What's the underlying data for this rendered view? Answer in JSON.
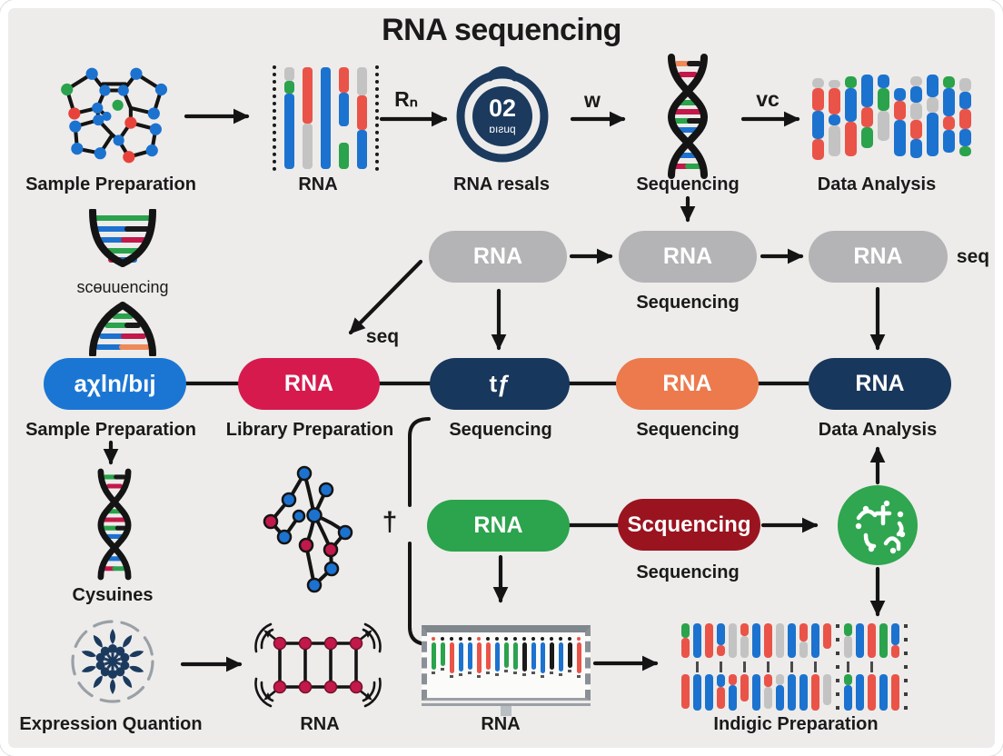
{
  "title": "RNA sequencing",
  "row1": {
    "labels": [
      "Sample Preparation",
      "RNA",
      "RNA resals",
      "Sequencing",
      "Data Analysis"
    ],
    "arrow_labels": {
      "a2": "Rₙ",
      "a3": "w",
      "a4": "vc"
    },
    "badge": {
      "number": "02",
      "subtext": "ɒıƨuq"
    }
  },
  "row2": {
    "helix_text": "scɵuuencing",
    "pill1": "RNA",
    "pill2": "RNA",
    "pill3": "RNA",
    "caption": "Sequencing",
    "side_label": "seq",
    "diagonal_label": "seq"
  },
  "row3": {
    "pill_texts": [
      "aχln/bıj",
      "RNA",
      "tƒ",
      "RNA",
      "RNA"
    ],
    "labels": [
      "Sample Preparation",
      "Library Preparation",
      "Sequencing",
      "Sequencing",
      "Data Analysis"
    ]
  },
  "row4": {
    "helix_label": "Cysuines",
    "dagger": "†",
    "pill1": "RNA",
    "pill2": "Scquencing",
    "caption": "Sequencing"
  },
  "row5": {
    "labels": [
      "Expression Quantion",
      "RNA",
      "RNA",
      "Indigic Preparation"
    ]
  },
  "colors": {
    "background": "#edecea",
    "pill_gray": "#b4b4b6",
    "pill_blue": "#1b76d3",
    "pill_crimson": "#d61a4e",
    "pill_navy": "#18375c",
    "pill_orange": "#ec7a4d",
    "pill_green": "#2ca34d",
    "pill_darkred": "#9a1420",
    "circle_green": "#2fa64f",
    "badge_navy": "#1b3a5e",
    "bars": {
      "b": "#1c72cf",
      "r": "#ea5348",
      "g": "#2ba24c",
      "y": "#c3c3c3",
      "k": "#1a1a1a",
      "n": "transparent"
    }
  },
  "icons": {
    "gel_lanes": [
      [
        [
          "y",
          13
        ],
        [
          "g",
          13
        ],
        [
          "b",
          74
        ]
      ],
      [
        [
          "r",
          55
        ],
        [
          "y",
          45
        ]
      ],
      [
        [
          "b",
          100
        ]
      ],
      [
        [
          "r",
          25
        ],
        [
          "b",
          33
        ],
        [
          "n",
          16
        ],
        [
          "g",
          26
        ]
      ],
      [
        [
          "y",
          28
        ],
        [
          "r",
          34
        ],
        [
          "b",
          38
        ]
      ]
    ],
    "data_bars": [
      {
        "o": 4,
        "s": [
          [
            "y",
            12
          ],
          [
            "r",
            26
          ],
          [
            "b",
            32
          ],
          [
            "r",
            24
          ]
        ]
      },
      {
        "o": 6,
        "s": [
          [
            "y",
            10
          ],
          [
            "r",
            30
          ],
          [
            "b",
            12
          ],
          [
            "y",
            36
          ]
        ]
      },
      {
        "o": 2,
        "s": [
          [
            "g",
            14
          ],
          [
            "b",
            38
          ],
          [
            "r",
            40
          ]
        ]
      },
      {
        "o": 0,
        "s": [
          [
            "b",
            38
          ],
          [
            "r",
            22
          ],
          [
            "g",
            24
          ]
        ]
      },
      {
        "o": 0,
        "s": [
          [
            "b",
            16
          ],
          [
            "g",
            26
          ],
          [
            "y",
            34
          ]
        ]
      },
      {
        "o": 16,
        "s": [
          [
            "b",
            14
          ],
          [
            "r",
            22
          ],
          [
            "b",
            42
          ]
        ]
      },
      {
        "o": 2,
        "s": [
          [
            "y",
            12
          ],
          [
            "b",
            18
          ],
          [
            "y",
            20
          ],
          [
            "r",
            22
          ],
          [
            "b",
            22
          ]
        ]
      },
      {
        "o": 0,
        "s": [
          [
            "b",
            26
          ],
          [
            "y",
            18
          ],
          [
            "b",
            50
          ]
        ]
      },
      {
        "o": 2,
        "s": [
          [
            "g",
            14
          ],
          [
            "b",
            32
          ],
          [
            "r",
            16
          ],
          [
            "b",
            26
          ]
        ]
      },
      {
        "o": 4,
        "s": [
          [
            "y",
            16
          ],
          [
            "b",
            20
          ],
          [
            "r",
            22
          ],
          [
            "b",
            20
          ],
          [
            "g",
            12
          ]
        ]
      }
    ],
    "trace_bars": [
      {
        "c": "g",
        "d": "r",
        "h": 30
      },
      {
        "c": "g",
        "d": "k",
        "h": 26
      },
      {
        "c": "r",
        "d": "k",
        "h": 34
      },
      {
        "c": "b",
        "d": "k",
        "h": 32
      },
      {
        "c": "b",
        "d": "k",
        "h": 30
      },
      {
        "c": "r",
        "d": "r",
        "h": 34
      },
      {
        "c": "r",
        "d": "k",
        "h": 30
      },
      {
        "c": "b",
        "d": "k",
        "h": 32
      },
      {
        "c": "g",
        "d": "k",
        "h": 28
      },
      {
        "c": "g",
        "d": "k",
        "h": 30
      },
      {
        "c": "k",
        "d": "k",
        "h": 32
      },
      {
        "c": "b",
        "d": "k",
        "h": 30
      },
      {
        "c": "b",
        "d": "k",
        "h": 34
      },
      {
        "c": "k",
        "d": "k",
        "h": 30
      },
      {
        "c": "b",
        "d": "k",
        "h": 32
      },
      {
        "c": "k",
        "d": "k",
        "h": 28
      },
      {
        "c": "r",
        "d": "r",
        "h": 34
      }
    ],
    "barcode_cols": [
      {
        "t": [
          [
            "g",
            16
          ],
          [
            "r",
            22
          ]
        ],
        "b": [
          [
            "r",
            38
          ]
        ]
      },
      {
        "t": [
          [
            "b",
            38
          ]
        ],
        "b": [
          [
            "b",
            40
          ]
        ],
        "link": true
      },
      {
        "t": [
          [
            "r",
            38
          ]
        ],
        "b": [
          [
            "b",
            40
          ]
        ]
      },
      {
        "t": [
          [
            "b",
            24
          ],
          [
            "r",
            12
          ]
        ],
        "b": [
          [
            "b",
            14
          ],
          [
            "r",
            24
          ]
        ],
        "link": true
      },
      {
        "t": [
          [
            "y",
            38
          ]
        ],
        "b": [
          [
            "r",
            12
          ],
          [
            "b",
            28
          ]
        ]
      },
      {
        "t": [
          [
            "r",
            14
          ],
          [
            "y",
            24
          ]
        ],
        "b": [
          [
            "r",
            30
          ]
        ],
        "link": true
      },
      {
        "t": [
          [
            "b",
            38
          ]
        ],
        "b": [
          [
            "b",
            40
          ]
        ]
      },
      {
        "t": [
          [
            "r",
            38
          ]
        ],
        "b": [
          [
            "r",
            14
          ],
          [
            "y",
            24
          ]
        ],
        "link": true
      },
      {
        "t": [
          [
            "y",
            38
          ]
        ],
        "b": [
          [
            "y",
            12
          ],
          [
            "b",
            28
          ]
        ]
      },
      {
        "t": [
          [
            "b",
            38
          ]
        ],
        "b": [
          [
            "b",
            40
          ]
        ],
        "link": true
      },
      {
        "t": [
          [
            "r",
            20
          ],
          [
            "y",
            18
          ]
        ],
        "b": [
          [
            "b",
            40
          ]
        ]
      },
      {
        "t": [
          [
            "b",
            38
          ]
        ],
        "b": [
          [
            "r",
            40
          ]
        ],
        "link": true
      },
      {
        "t": [
          [
            "r",
            28
          ]
        ],
        "b": [
          [
            "y",
            34
          ]
        ]
      },
      {
        "dots": true
      },
      {
        "t": [
          [
            "g",
            14
          ],
          [
            "y",
            24
          ]
        ],
        "b": [
          [
            "g",
            12
          ],
          [
            "b",
            28
          ]
        ],
        "link": true
      },
      {
        "t": [
          [
            "b",
            38
          ]
        ],
        "b": [
          [
            "b",
            40
          ]
        ]
      },
      {
        "t": [
          [
            "r",
            38
          ]
        ],
        "b": [
          [
            "r",
            40
          ]
        ],
        "link": true
      },
      {
        "t": [
          [
            "g",
            38
          ]
        ],
        "b": [
          [
            "b",
            40
          ]
        ]
      },
      {
        "t": [
          [
            "b",
            24
          ],
          [
            "r",
            14
          ]
        ],
        "b": [
          [
            "r",
            40
          ]
        ]
      },
      {
        "dots": true
      }
    ]
  }
}
